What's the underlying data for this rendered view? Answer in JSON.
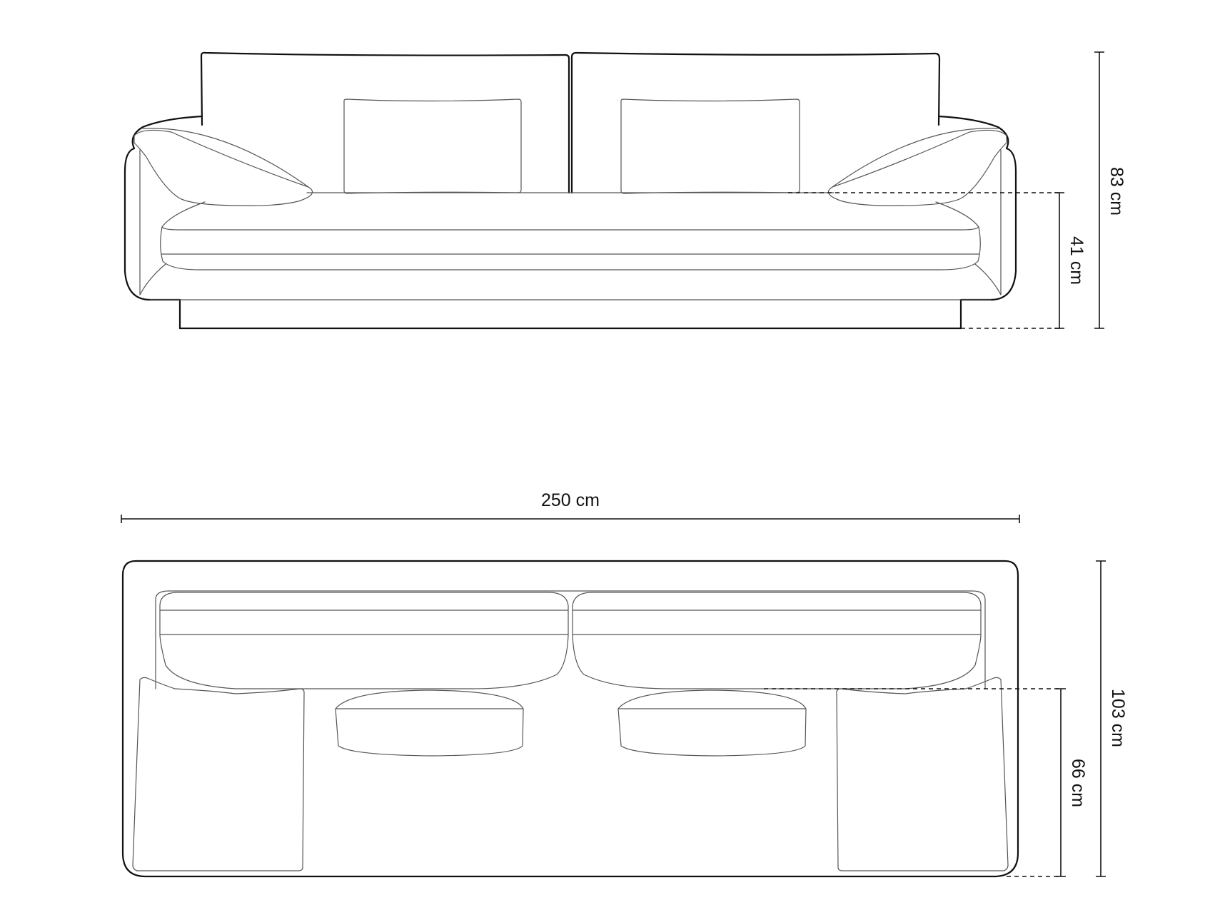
{
  "drawing": {
    "title": "Sofa dimension drawing",
    "views": [
      "front-elevation",
      "top-plan"
    ],
    "line_color": "#111111",
    "detail_color": "#555555",
    "background": "#ffffff"
  },
  "front_view": {
    "dimensions": {
      "total_height": "83 cm",
      "seat_height": "41 cm"
    }
  },
  "top_view": {
    "dimensions": {
      "total_width": "250 cm",
      "total_depth": "103 cm",
      "seat_depth": "66 cm"
    }
  }
}
